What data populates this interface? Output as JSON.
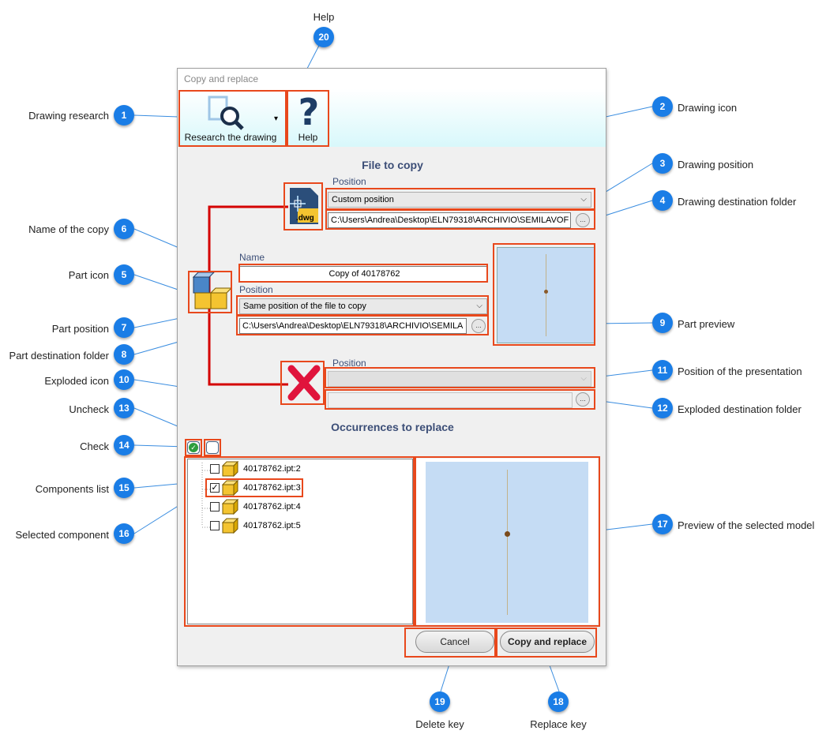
{
  "callouts": [
    {
      "num": "1",
      "label": "Drawing research"
    },
    {
      "num": "2",
      "label": "Drawing icon"
    },
    {
      "num": "3",
      "label": "Drawing position"
    },
    {
      "num": "4",
      "label": "Drawing destination folder"
    },
    {
      "num": "5",
      "label": "Part icon"
    },
    {
      "num": "6",
      "label": "Name of the copy"
    },
    {
      "num": "7",
      "label": "Part position"
    },
    {
      "num": "8",
      "label": "Part destination folder"
    },
    {
      "num": "9",
      "label": "Part preview"
    },
    {
      "num": "10",
      "label": "Exploded icon"
    },
    {
      "num": "11",
      "label": "Position of the presentation"
    },
    {
      "num": "12",
      "label": "Exploded destination folder"
    },
    {
      "num": "13",
      "label": "Uncheck"
    },
    {
      "num": "14",
      "label": "Check"
    },
    {
      "num": "15",
      "label": "Components list"
    },
    {
      "num": "16",
      "label": "Selected component"
    },
    {
      "num": "17",
      "label": "Preview of the selected model"
    },
    {
      "num": "18",
      "label": "Replace key"
    },
    {
      "num": "19",
      "label": "Delete key"
    },
    {
      "num": "20",
      "label": "Help"
    }
  ],
  "dialog": {
    "title": "Copy and replace",
    "ribbon": {
      "research_label": "Research the drawing",
      "help_label": "Help",
      "dropdown_glyph": "▾"
    },
    "file_to_copy": {
      "title": "File to copy",
      "drawing_position_label": "Position",
      "drawing_position_value": "Custom position",
      "drawing_folder": "C:\\Users\\Andrea\\Desktop\\ELN79318\\ARCHIVIO\\SEMILAVOF",
      "dwg_label": ".dwg",
      "name_label": "Name",
      "name_value": "Copy  of 40178762",
      "part_position_label": "Position",
      "part_position_value": "Same position of the file to copy",
      "part_folder": "C:\\Users\\Andrea\\Desktop\\ELN79318\\ARCHIVIO\\SEMILA",
      "presentation_position_label": "Position",
      "presentation_position_value": "",
      "exploded_folder": "",
      "browse_glyph": "...",
      "combo_arrow": "⌵"
    },
    "occurrences": {
      "title": "Occurrences to replace",
      "items": [
        {
          "label": "40178762.ipt:2",
          "checked": false
        },
        {
          "label": "40178762.ipt:3",
          "checked": true
        },
        {
          "label": "40178762.ipt:4",
          "checked": false
        },
        {
          "label": "40178762.ipt:5",
          "checked": false
        }
      ],
      "check_glyph": "✓"
    },
    "buttons": {
      "cancel": "Cancel",
      "copy_and_replace": "Copy and replace"
    }
  },
  "colors": {
    "badge": "#1a7de6",
    "highlight": "#e8481c",
    "connector": "#d40000",
    "preview_bg": "#c5dcf4",
    "section_title": "#3c4e77"
  },
  "icons": [
    "magnifier-document-icon",
    "question-mark-icon",
    "dwg-file-icon",
    "part-cubes-icon",
    "red-x-icon",
    "check-all-icon",
    "uncheck-all-icon",
    "cube-icon",
    "ellipsis-icon",
    "chevron-down-icon"
  ]
}
